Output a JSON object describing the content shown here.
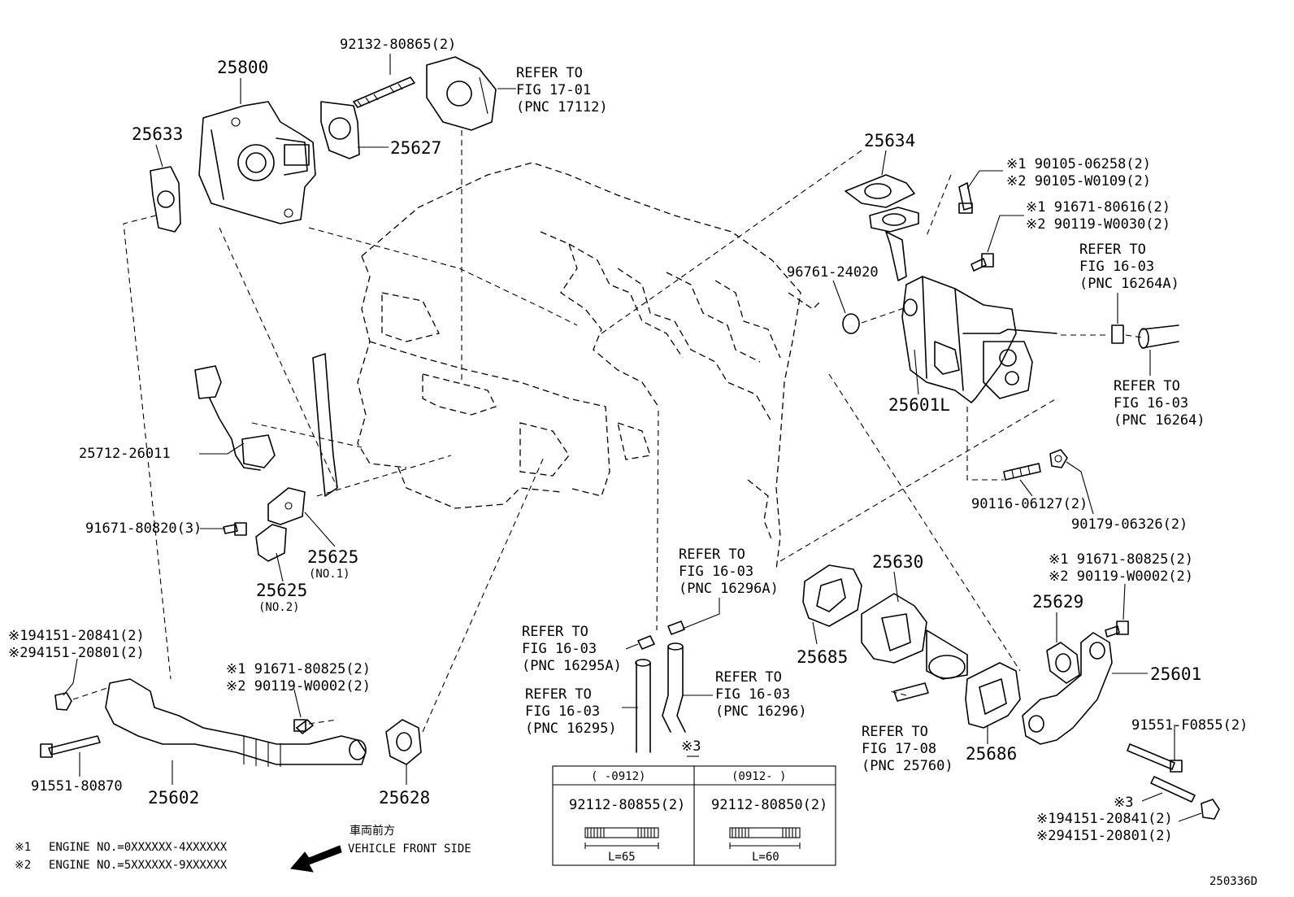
{
  "figure_code": "250336D",
  "labels": {
    "p25800": "25800",
    "p92132": "92132-80865(2)",
    "refer_17_01": [
      "REFER TO",
      "FIG 17-01",
      "(PNC 17112)"
    ],
    "p25627": "25627",
    "p25633": "25633",
    "p25634": "25634",
    "bolt_top_1": "※1 90105-06258(2)",
    "bolt_top_2": "※2 90105-W0109(2)",
    "bolt_mid_1": "※1 91671-80616(2)",
    "bolt_mid_2": "※2 90119-W0030(2)",
    "p96761": "96761-24020",
    "refer_16264a": [
      "REFER TO",
      "FIG 16-03",
      "(PNC 16264A)"
    ],
    "refer_16264": [
      "REFER TO",
      "FIG 16-03",
      "(PNC 16264)"
    ],
    "p25601L": "25601L",
    "p25712": "25712-26011",
    "p91671_80820": "91671-80820(3)",
    "p25625_no1": "25625",
    "no1": "(NO.1)",
    "p25625_no2": "25625",
    "no2": "(NO.2)",
    "p90116": "90116-06127(2)",
    "p90179": "90179-06326(2)",
    "refer_16296a": [
      "REFER TO",
      "FIG 16-03",
      "(PNC 16296A)"
    ],
    "p25630": "25630",
    "p25685": "25685",
    "right_bolt_1": "※1 91671-80825(2)",
    "right_bolt_2": "※2 90119-W0002(2)",
    "p25629": "25629",
    "p25601": "25601",
    "nut_left_1": "※194151-20841(2)",
    "nut_left_2": "※294151-20801(2)",
    "left_bolt_1": "※1 91671-80825(2)",
    "left_bolt_2": "※2 90119-W0002(2)",
    "refer_16295a": [
      "REFER TO",
      "FIG 16-03",
      "(PNC 16295A)"
    ],
    "refer_16295": [
      "REFER TO",
      "FIG 16-03",
      "(PNC 16295)"
    ],
    "refer_16296": [
      "REFER TO",
      "FIG 16-03",
      "(PNC 16296)"
    ],
    "refer_25760": [
      "REFER TO",
      "FIG 17-08",
      "(PNC 25760)"
    ],
    "p25686": "25686",
    "p91551_f0855": "91551-F0855(2)",
    "mark3_right": "※3",
    "nut_right_1": "※194151-20841(2)",
    "nut_right_2": "※294151-20801(2)",
    "p91551_80870": "91551-80870",
    "p25602": "25602",
    "p25628": "25628",
    "mark3_table": "※3"
  },
  "stud_table": {
    "columns": [
      {
        "range": "(   -0912)",
        "part": "92112-80855(2)",
        "length": "L=65"
      },
      {
        "range": "(0912-    )",
        "part": "92112-80850(2)",
        "length": "L=60"
      }
    ]
  },
  "direction": {
    "jp": "車両前方",
    "en": "VEHICLE FRONT SIDE"
  },
  "notes": [
    {
      "mark": "※1",
      "text": "ENGINE NO.=0XXXXXX-4XXXXXX"
    },
    {
      "mark": "※2",
      "text": "ENGINE NO.=5XXXXXX-9XXXXXX"
    }
  ]
}
